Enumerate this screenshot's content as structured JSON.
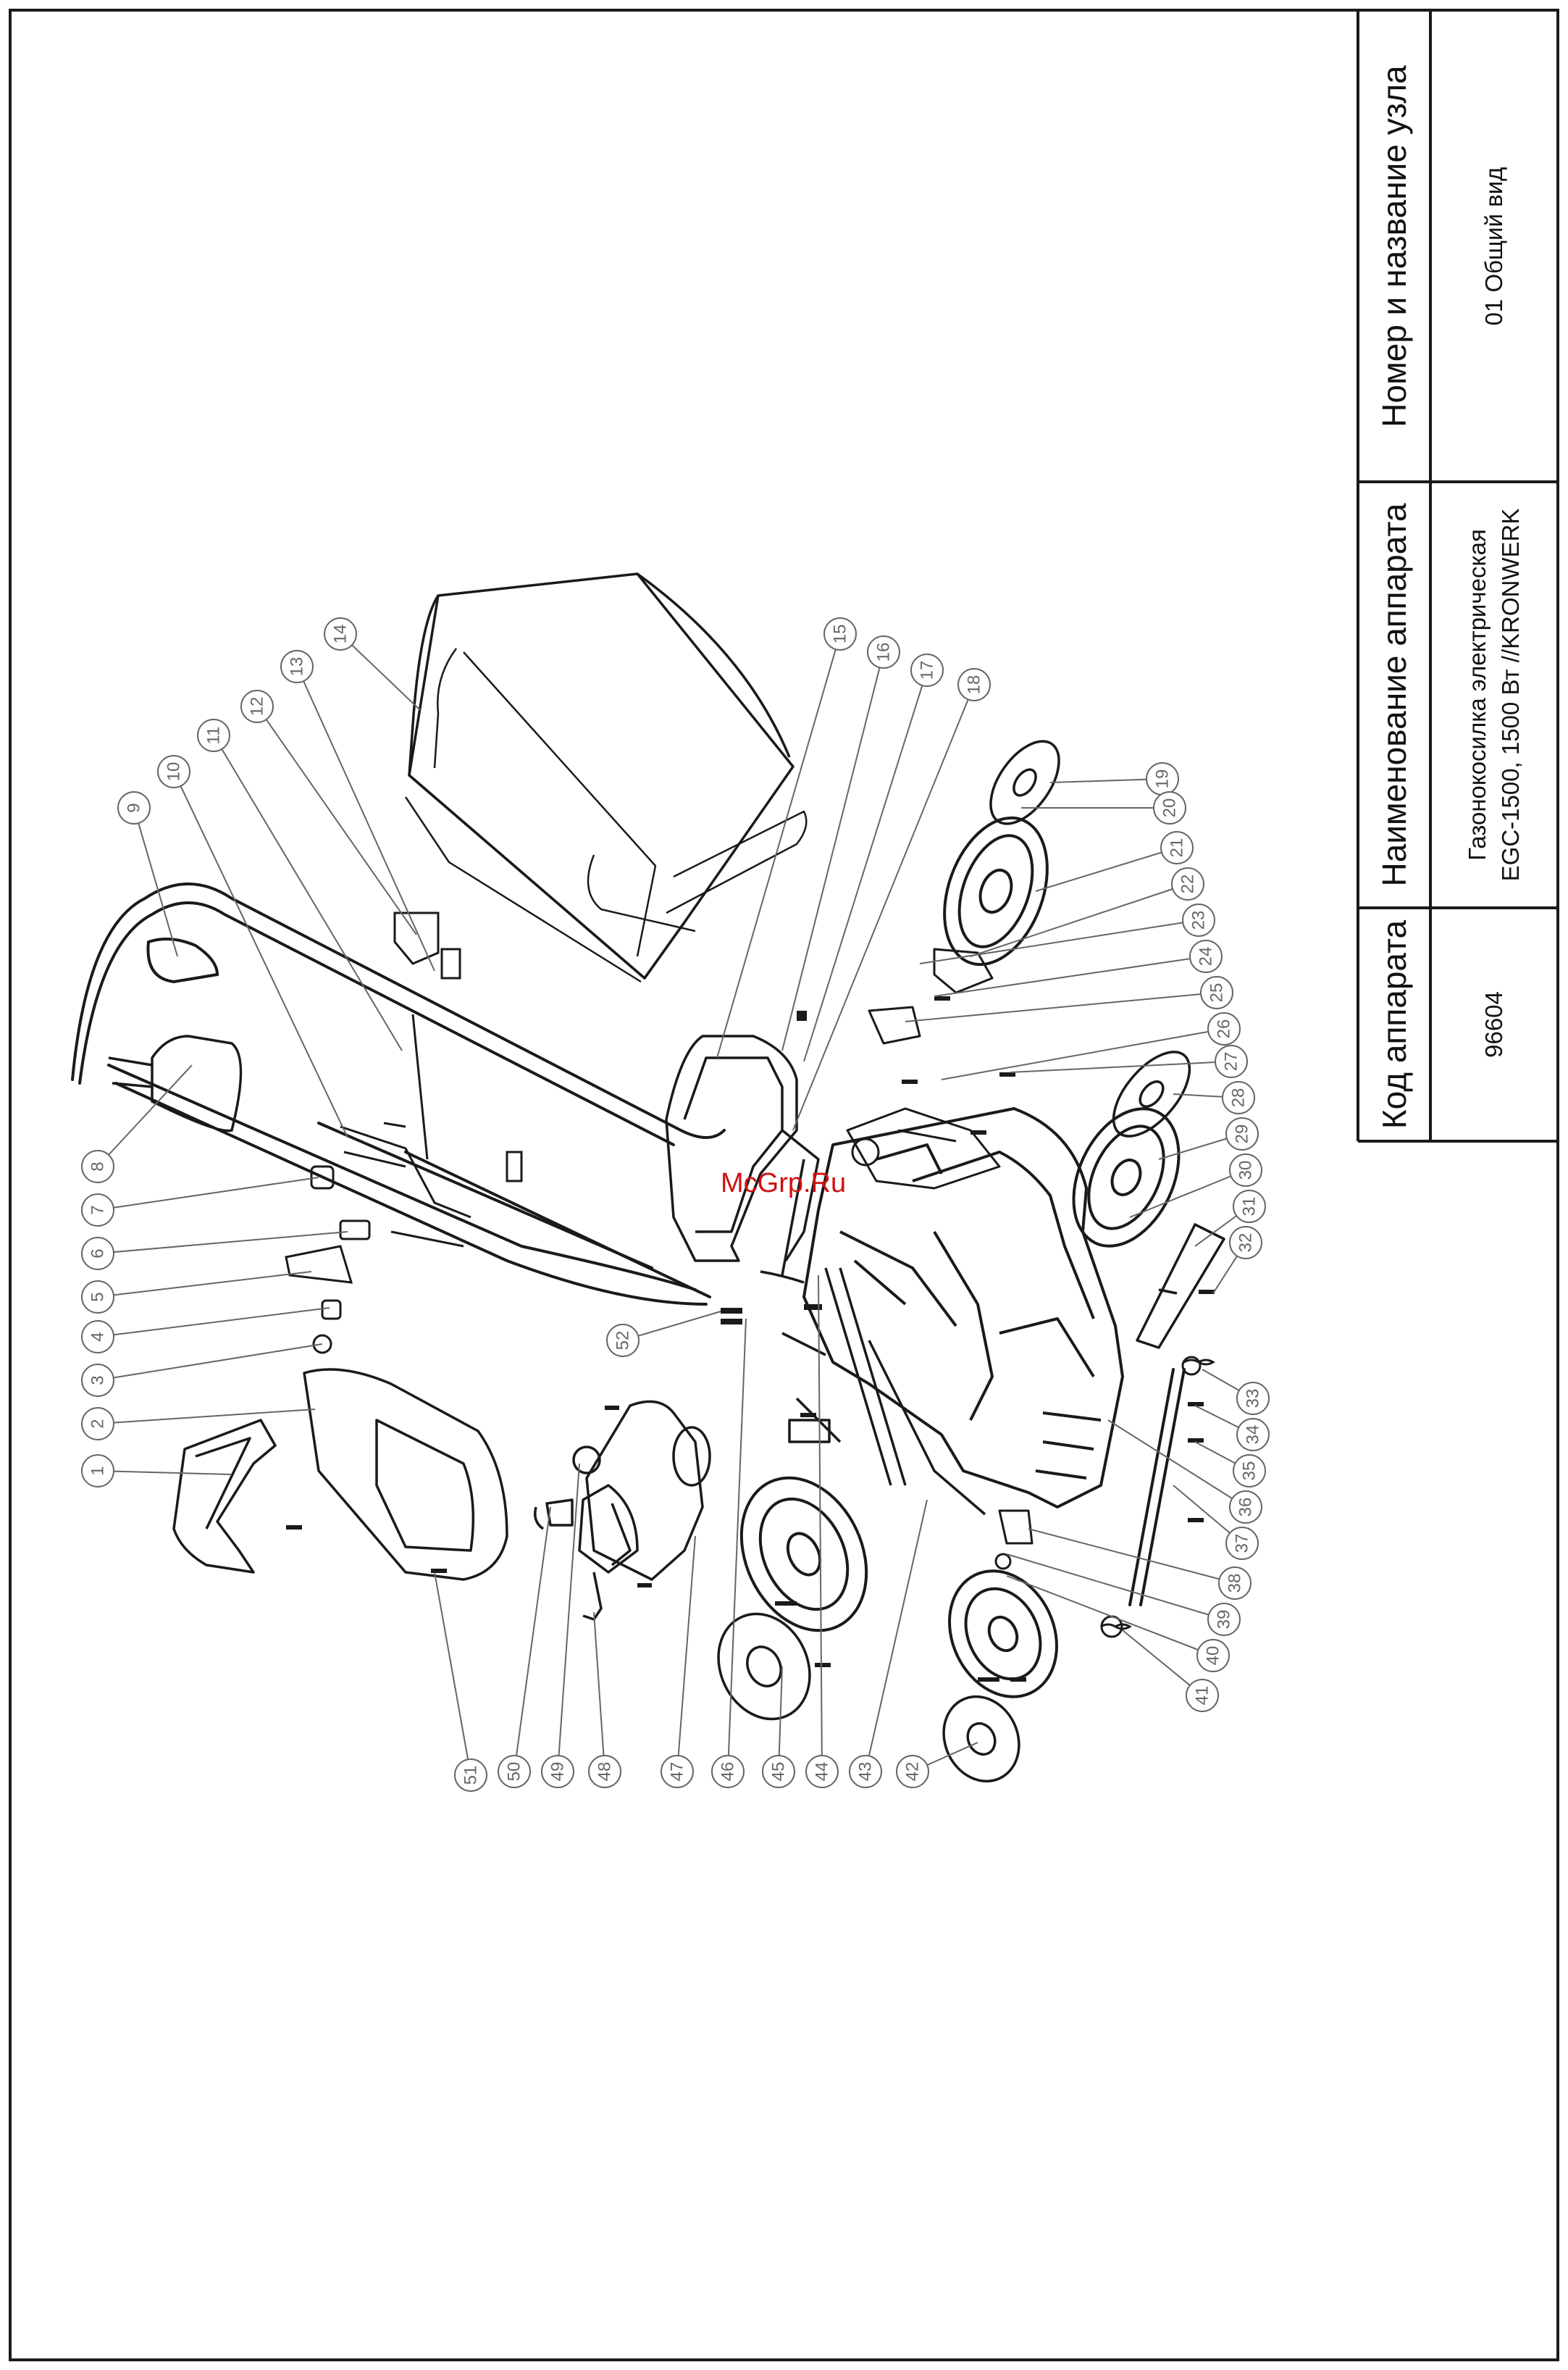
{
  "title_block": {
    "code_header": "Код аппарата",
    "code_value": "96604",
    "device_header": "Наименование аппарата",
    "device_line1": "Газонокосилка электрическая",
    "device_line2": "EGC-1500, 1500 Вт //KRONWERK",
    "unit_header": "Номер и название узла",
    "unit_value": "01 Общий вид"
  },
  "watermark": "McGrp.Ru",
  "callouts": [
    "1",
    "2",
    "3",
    "4",
    "5",
    "6",
    "7",
    "8",
    "9",
    "10",
    "11",
    "12",
    "13",
    "14",
    "15",
    "16",
    "17",
    "18",
    "19",
    "20",
    "21",
    "22",
    "23",
    "24",
    "25",
    "26",
    "27",
    "28",
    "29",
    "30",
    "31",
    "32",
    "33",
    "34",
    "35",
    "36",
    "37",
    "38",
    "39",
    "40",
    "41",
    "42",
    "43",
    "44",
    "45",
    "46",
    "47",
    "48",
    "49",
    "50",
    "51",
    "52"
  ],
  "colors": {
    "line": "#1a1a1a",
    "callout": "#666666",
    "watermark": "#d01010"
  }
}
